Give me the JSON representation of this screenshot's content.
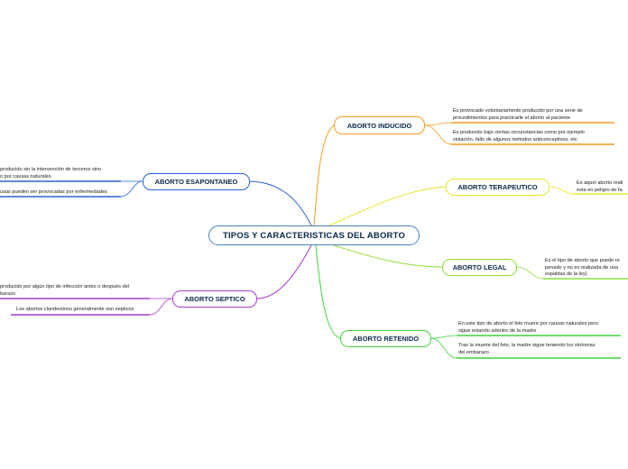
{
  "central": {
    "label": "TIPOS Y CARACTERISTICAS DEL ABORTO",
    "color": "#4a7fc1"
  },
  "topics": [
    {
      "id": "inducido",
      "label": "ABORTO INDUCIDO",
      "color": "#f39c1a",
      "leaves": [
        "Es provocado voluntariamente producido por una serie de\nprocedimientos para practicarle el aborto al paciente",
        "Es producido bajo ciertas circunstancias como por ejemplo\nviolación, fallo de algunos métodos anticonceptivos, etc"
      ]
    },
    {
      "id": "espontaneo",
      "label": "ABORTO ESAPONTANEO",
      "color": "#2a62d6",
      "leaves": [
        "producido sin la intervención de terceros sino\no por causas naturales",
        "usas pueden ser provocadas por enfermedades"
      ]
    },
    {
      "id": "terapeutico",
      "label": "ABORTO TERAPEUTICO",
      "color": "#e8e828",
      "leaves": [
        "Es aquel aborto reali\nesta en peligro de fa"
      ]
    },
    {
      "id": "legal",
      "label": "ABORTO LEGAL",
      "color": "#8ee03a",
      "leaves": [
        "Es el tipo de aborto que puede re\npenado y no es realizada de una\nespaldas de la ley)"
      ]
    },
    {
      "id": "septico",
      "label": "ABORTO SEPTICO",
      "color": "#a63ed0",
      "leaves": [
        "producido por algún tipo de infección antes o después del\nbarazo",
        "Los abortos clandestinos generalmente son septicos"
      ]
    },
    {
      "id": "retenido",
      "label": "ABORTO RETENIDO",
      "color": "#3fd43a",
      "leaves": [
        "En este tipo de aborto el feto muere por causas naturales pero\nsigue estando adentro de la madre",
        "Tras la muerte del feto, la madre sigue teniendo los síntomas\ndel embarazo"
      ]
    }
  ]
}
